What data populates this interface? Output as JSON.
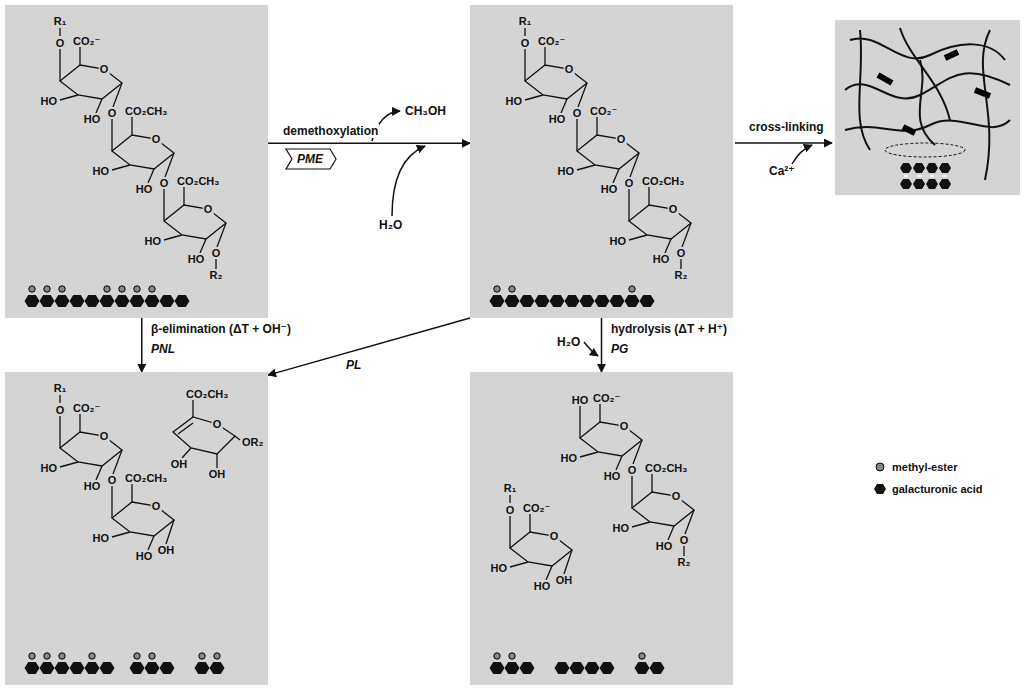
{
  "diagram": {
    "nodes": [
      {
        "text": [
          "R₁",
          "O",
          "CO₂⁻",
          "O",
          "HO",
          "HO",
          "O",
          "CO₂CH₃",
          "O",
          "HO",
          "HO",
          "O",
          "CO₂CH₃",
          "O",
          "HO",
          "HO",
          "O",
          "R₂"
        ]
      },
      {
        "text": [
          "R₁",
          "O",
          "CO₂⁻",
          "O",
          "HO",
          "HO",
          "O",
          "CO₂⁻",
          "O",
          "HO",
          "HO",
          "O",
          "CO₂CH₃",
          "O",
          "HO",
          "HO",
          "O",
          "R₂"
        ]
      },
      {
        "text": [
          "R₁",
          "O",
          "CO₂⁻",
          "O",
          "HO",
          "HO",
          "O",
          "CO₂CH₃",
          "O",
          "HO",
          "HO",
          "OH",
          "CO₂CH₃",
          "O",
          "OH",
          "OH",
          "OR₂"
        ]
      },
      {
        "text": [
          "HO",
          "CO₂⁻",
          "O",
          "HO",
          "HO",
          "O",
          "CO₂CH₃",
          "O",
          "HO",
          "HO",
          "O",
          "R₂",
          "R₁",
          "O",
          "CO₂⁻",
          "O",
          "HO",
          "HO",
          "OH"
        ]
      }
    ],
    "edges": [
      {
        "from": 0,
        "to": 1,
        "arrow": "to",
        "label": "demethoxylation"
      },
      {
        "from": 0,
        "to": 2,
        "arrow": "to",
        "label": "β-elimination (ΔT + OH⁻)"
      },
      {
        "from": 1,
        "to": 2,
        "arrow": "to",
        "label": "PL"
      },
      {
        "from": 1,
        "to": 3,
        "arrow": "to",
        "label": "hydrolysis (ΔT + H⁺)"
      }
    ],
    "labels": [
      "PME",
      "CH₃OH",
      "H₂O",
      "cross-linking",
      "Ca²⁺",
      "PNL",
      "PG",
      "H₂O"
    ],
    "legend": [
      {
        "text": "methyl-ester"
      },
      {
        "text": "galacturonic acid"
      }
    ]
  }
}
